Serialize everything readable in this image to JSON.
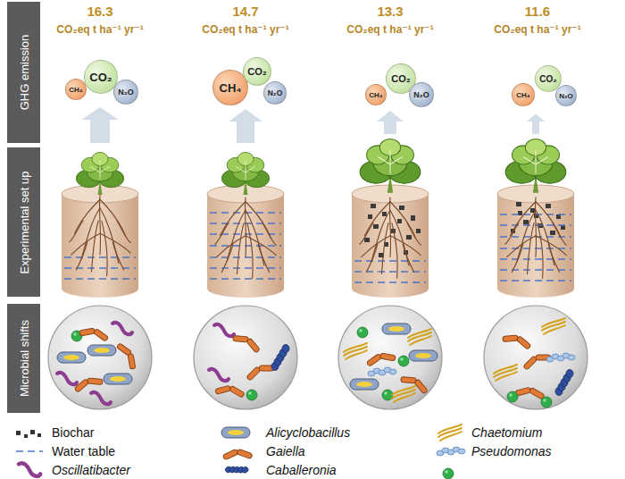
{
  "diagram": {
    "nodes": [
      {
        "text": [
          "GHG emission"
        ]
      },
      {
        "text": [
          "Experimental set up"
        ]
      },
      {
        "text": [
          "Microbial shifts"
        ]
      },
      {
        "text": [
          "CH₄"
        ]
      },
      {
        "text": [
          "CO₂"
        ]
      },
      {
        "text": [
          "N₂O"
        ]
      },
      {
        "text": [
          "CH₄"
        ]
      },
      {
        "text": [
          "CO₂"
        ]
      },
      {
        "text": [
          "N₂O"
        ]
      },
      {
        "text": [
          "CH₄"
        ]
      },
      {
        "text": [
          "CO₂"
        ]
      },
      {
        "text": [
          "N₂O"
        ]
      },
      {
        "text": [
          "CH₄"
        ]
      },
      {
        "text": [
          "CO₂"
        ]
      },
      {
        "text": [
          "N₂O"
        ]
      }
    ],
    "labels": [
      "16.3",
      "CO₂eq t ha⁻¹ yr⁻¹",
      "14.7",
      "CO₂eq t ha⁻¹ yr⁻¹",
      "13.3",
      "CO₂eq t ha⁻¹ yr⁻¹",
      "11.6",
      "CO₂eq t ha⁻¹ yr⁻¹"
    ],
    "legend": [
      {
        "text": "Biochar"
      },
      {
        "text": "Alicyclobacillus"
      },
      {
        "text": "Chaetomium"
      },
      {
        "text": "Water table"
      },
      {
        "text": "Gaiella"
      },
      {
        "text": "Pseudomonas"
      },
      {
        "text": "Oscillatibacter"
      },
      {
        "text": "Caballeronia"
      }
    ]
  }
}
